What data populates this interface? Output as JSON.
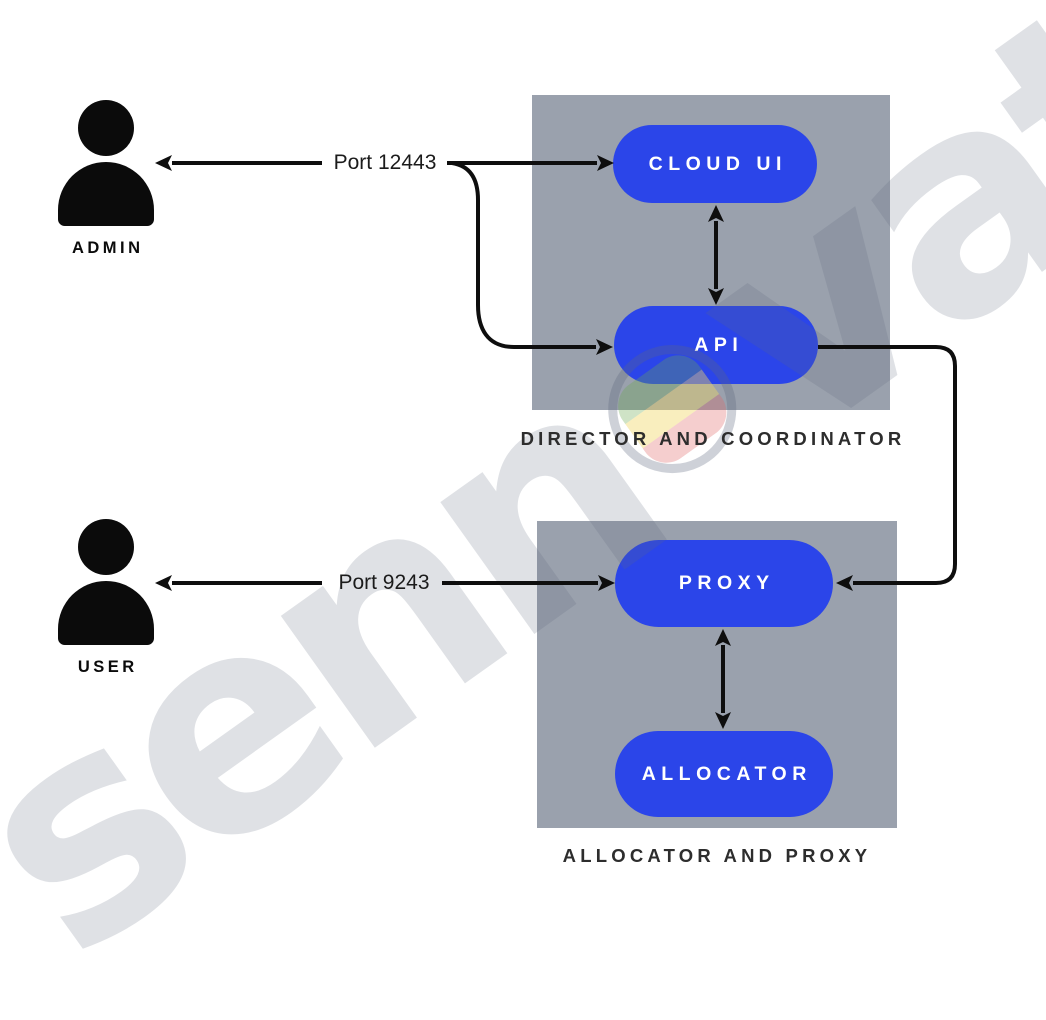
{
  "diagram": {
    "watermark": {
      "brand_left": "senn",
      "brand_right": "vate",
      "logo": "sennovate-logo"
    },
    "actors": [
      {
        "id": "admin",
        "label": "ADMIN",
        "icon": "person-icon"
      },
      {
        "id": "user",
        "label": "USER",
        "icon": "person-icon"
      }
    ],
    "ports": [
      {
        "id": "admin-port",
        "label": "Port 12443"
      },
      {
        "id": "user-port",
        "label": "Port 9243"
      }
    ],
    "groups": [
      {
        "id": "director-coordinator",
        "caption": "DIRECTOR AND COORDINATOR",
        "nodes": [
          {
            "id": "cloud-ui",
            "label": "CLOUD UI"
          },
          {
            "id": "api",
            "label": "API"
          }
        ]
      },
      {
        "id": "allocator-proxy",
        "caption": "ALLOCATOR AND PROXY",
        "nodes": [
          {
            "id": "proxy",
            "label": "PROXY"
          },
          {
            "id": "allocator",
            "label": "ALLOCATOR"
          }
        ]
      }
    ],
    "connections": [
      {
        "from": "Port 12443",
        "to": "ADMIN",
        "direction": "one-way"
      },
      {
        "from": "Port 12443",
        "to": "CLOUD UI",
        "direction": "one-way"
      },
      {
        "from": "Port 12443",
        "to": "API",
        "direction": "one-way"
      },
      {
        "from": "CLOUD UI",
        "to": "API",
        "direction": "two-way"
      },
      {
        "from": "API",
        "to": "PROXY",
        "direction": "one-way"
      },
      {
        "from": "Port 9243",
        "to": "USER",
        "direction": "one-way"
      },
      {
        "from": "Port 9243",
        "to": "PROXY",
        "direction": "one-way"
      },
      {
        "from": "PROXY",
        "to": "ALLOCATOR",
        "direction": "two-way"
      }
    ],
    "colors": {
      "node_fill": "#2b45e9",
      "node_text": "#ffffff",
      "group_fill": "#9aa1ad",
      "caption_text": "#2d2d2d",
      "arrow": "#0e0e0e",
      "actor_fill": "#0b0b0b",
      "background": "#ffffff",
      "watermark": "#e3e6eb"
    }
  }
}
